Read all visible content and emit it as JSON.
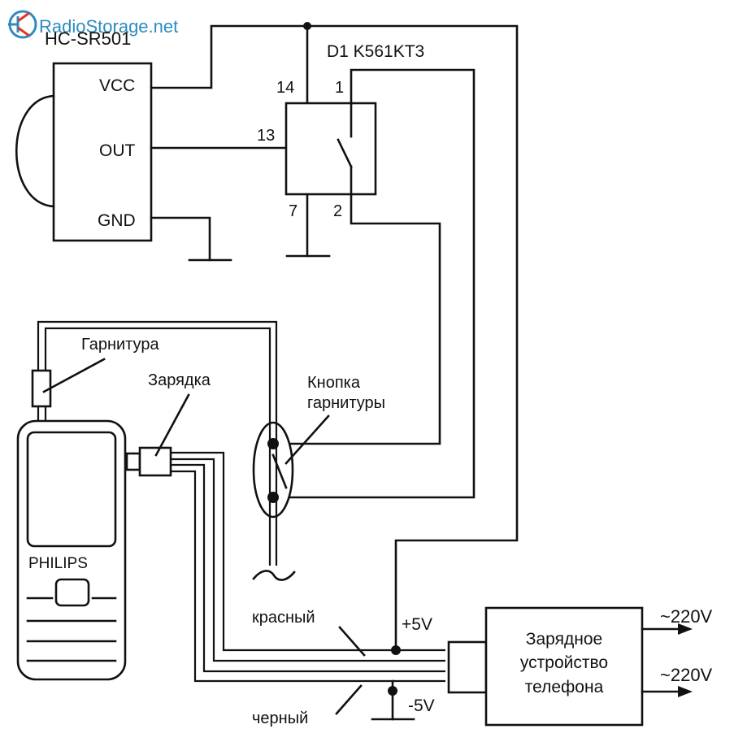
{
  "watermark": {
    "text": "RadioStorage.net",
    "color": "#2e8bc0",
    "accent": "#e2342a",
    "icon": "transistor-logo-icon"
  },
  "sensor": {
    "name": "HC-SR501",
    "pins": {
      "vcc": "VCC",
      "out": "OUT",
      "gnd": "GND"
    }
  },
  "chip": {
    "label": "D1 K561KT3",
    "pins": {
      "p14": "14",
      "p1": "1",
      "p13": "13",
      "p7": "7",
      "p2": "2"
    }
  },
  "phone": {
    "brand": "PHILIPS"
  },
  "labels": {
    "headset": "Гарнитура",
    "charging": "Зарядка",
    "headset_button_line1": "Кнопка",
    "headset_button_line2": "гарнитуры",
    "red": "красный",
    "black": "черный",
    "plus5": "+5V",
    "minus5": "-5V"
  },
  "charger": {
    "line1": "Зарядное",
    "line2": "устройство",
    "line3": "телефона"
  },
  "mains": {
    "top": "~220V",
    "bottom": "~220V"
  }
}
